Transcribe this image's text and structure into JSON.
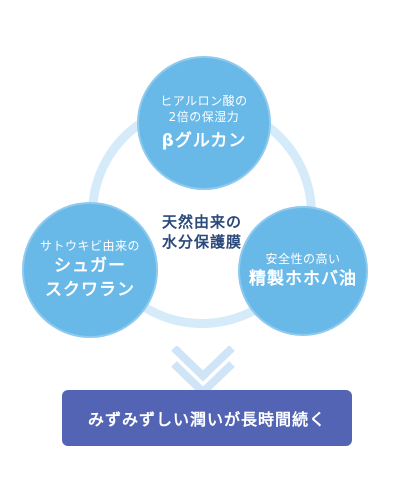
{
  "diagram": {
    "center_label": [
      "天然由来の",
      "水分保護膜"
    ],
    "nodes": {
      "top": {
        "small": [
          "ヒアルロン酸の",
          "2倍の保湿力"
        ],
        "big": "βグルカン"
      },
      "left": {
        "small": [
          "サトウキビ由来の"
        ],
        "big": [
          "シュガー",
          "スクワラン"
        ]
      },
      "right": {
        "small": [
          "安全性の高い"
        ],
        "big": "精製ホホバ油"
      }
    },
    "result_banner": "みずみずしい潤いが長時間続く"
  },
  "colors": {
    "ring": "#d5ebf9",
    "node": "#68b8e8",
    "center_text": "#2b4a7a",
    "chevron": "#cfe4f6",
    "banner": "#5364b4"
  }
}
